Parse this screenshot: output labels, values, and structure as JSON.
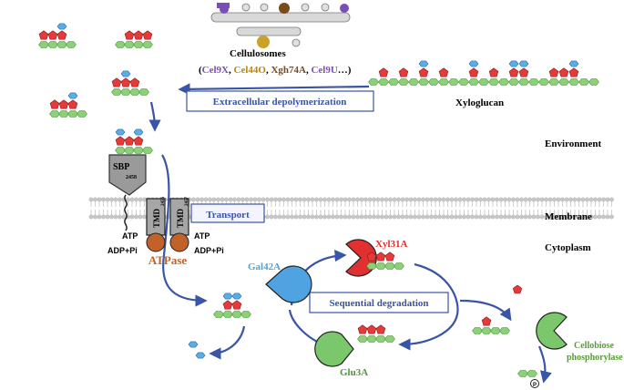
{
  "labels": {
    "cellulosomes": "Cellulosomes",
    "paren_open": "(",
    "enzymes": [
      {
        "text": "Cel9X",
        "color": "#7a4fb5"
      },
      {
        "text": "Cel44O",
        "color": "#b8860b"
      },
      {
        "text": "Xgh74A",
        "color": "#7a4a1a"
      },
      {
        "text": "Cel9U",
        "color": "#7a4fb5"
      }
    ],
    "sep": ", ",
    "paren_close": "…)",
    "xyloglucan": "Xyloglucan",
    "extracellular": "Extracellular depolymerization",
    "environment": "Environment",
    "membrane": "Membrane",
    "cytoplasm": "Cytoplasm",
    "transport": "Transport",
    "sbp": "SBP",
    "sbp_sub": "2458",
    "tmd1": "TMD",
    "tmd1_sub": "2456",
    "tmd2": "TMD",
    "tmd2_sub": "2457",
    "atp_left": "ATP",
    "adp_left": "ADP+Pi",
    "atp_right": "ATP",
    "adp_right": "ADP+Pi",
    "atpase": "ATPase",
    "xyl31a": "Xyl31A",
    "gal42a": "Gal42A",
    "glu3a": "Glu3A",
    "sequential": "Sequential degradation",
    "cellobiose1": "Cellobiose",
    "cellobiose2": "phosphorylase",
    "p": "P"
  },
  "colors": {
    "green": "#8ed07a",
    "green_stroke": "#4a9a3a",
    "red": "#e63a3a",
    "blue": "#5aaee8",
    "arrow": "#3a55a5",
    "box_border": "#3a55a5",
    "box_text": "#3a55a5",
    "membrane": "#c8c8c8",
    "atpase": "#c0622a",
    "xyl": "#e03030",
    "gal": "#4fa3e0",
    "glu": "#7bc86c",
    "cello": "#5a9a3a"
  }
}
